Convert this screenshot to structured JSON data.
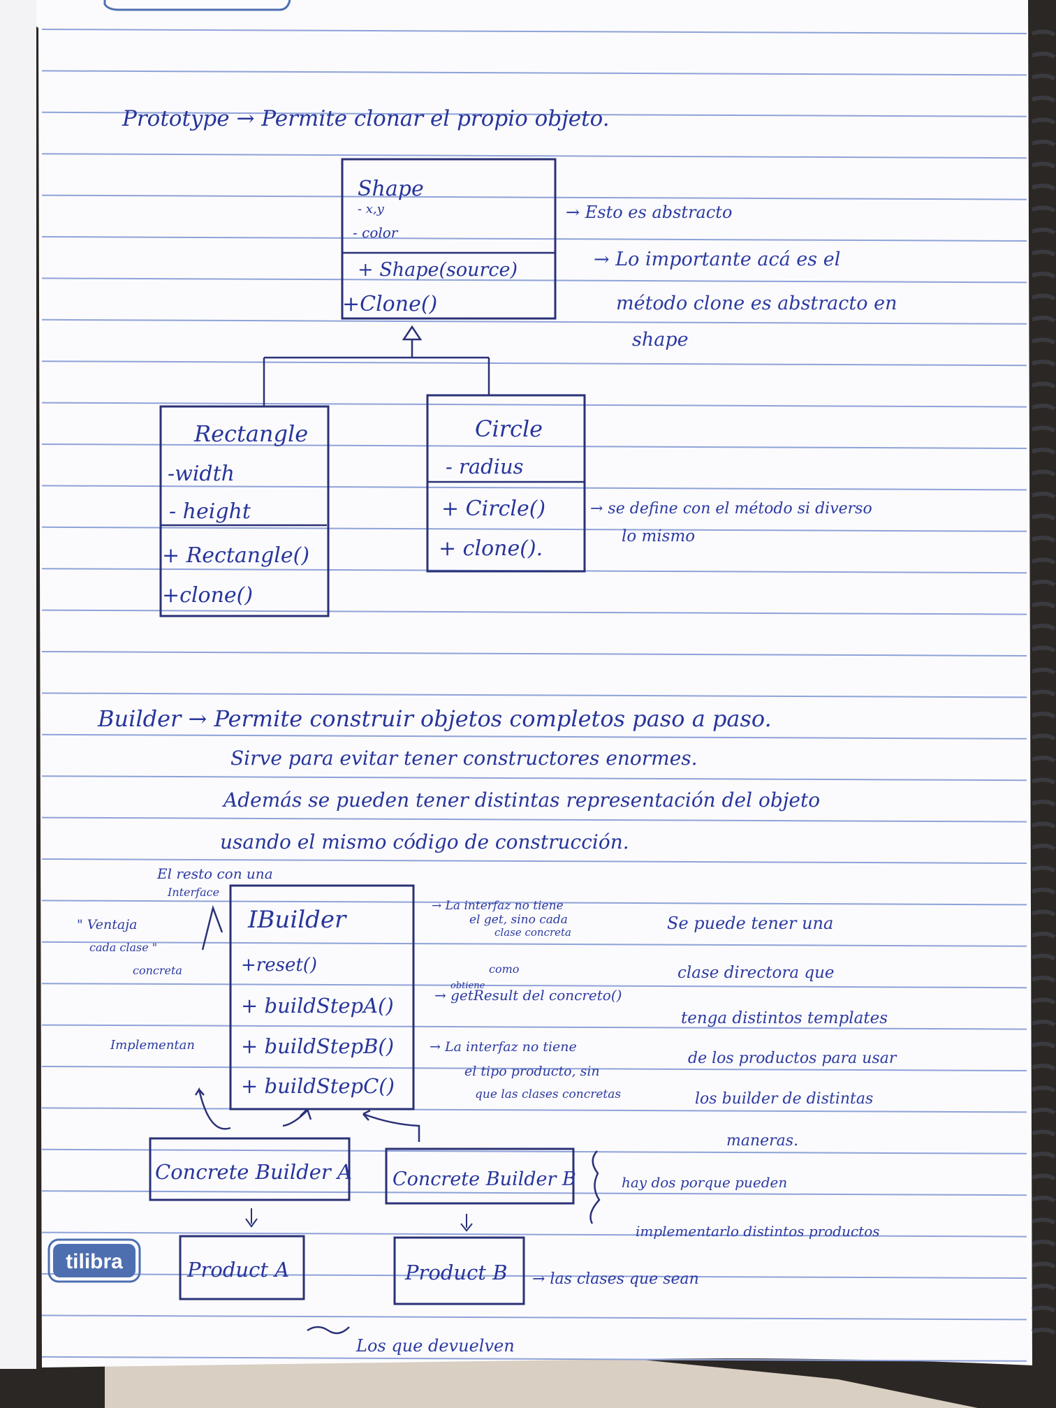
{
  "colors": {
    "paper": "#fbfbfd",
    "rule_line": "#8fa2d8",
    "ink_blue": "#27359a",
    "box_ink": "#2a3176",
    "logo_blue": "#4d6fb0"
  },
  "brand": {
    "logo": "tilibra"
  },
  "prototype": {
    "heading": "Prototype → Permite clonar el propio objeto.",
    "shape_box": {
      "name": "Shape",
      "attrs": [
        "- x,y",
        "- color"
      ],
      "methods": [
        "+ Shape(source)",
        "+Clone()"
      ]
    },
    "note_abstract": "→ Esto es abstracto",
    "note_important": [
      "→ Lo importante acá es el",
      "método clone es abstracto en",
      "shape"
    ],
    "rectangle_box": {
      "name": "Rectangle",
      "attrs": [
        "-width",
        "- height"
      ],
      "methods": [
        "+ Rectangle()",
        "+clone()"
      ]
    },
    "circle_box": {
      "name": "Circle",
      "attrs": [
        "- radius"
      ],
      "methods": [
        "+ Circle()",
        "+ clone()."
      ]
    },
    "note_define": [
      "→ se define con el método si diverso",
      "lo mismo"
    ]
  },
  "builder": {
    "lines": [
      "Builder → Permite construir objetos completos paso a paso.",
      "Sirve para evitar tener constructores enormes.",
      "Además se pueden tener distintas representación del objeto",
      "usando el mismo código de construcción."
    ],
    "ibuilder_box": {
      "name": "IBuilder",
      "methods": [
        "+reset()",
        "+ buildStepA()",
        "+ buildStepB()",
        "+ buildStepC()"
      ]
    },
    "note_left_top": [
      "El resto con una",
      "Interface"
    ],
    "note_left_mid": [
      "\" Ventaja",
      "cada clase \"",
      "concreta"
    ],
    "note_left_implement": "Implementan",
    "note_interface": [
      "→ La interfaz no tiene",
      "el get, sino cada",
      "clase concreta",
      "como"
    ],
    "note_getresult": [
      "→ getResult del concreto()",
      "obtiene"
    ],
    "note_interfaz_tipo": [
      "→ La interfaz no tiene",
      "el tipo producto, sin",
      "que las clases concretas"
    ],
    "note_right": [
      "Se puede tener una",
      "clase directora que",
      "tenga distintos templates",
      "de los productos para usar",
      "los builder de distintas",
      "maneras."
    ],
    "note_two": [
      "hay dos porque pueden",
      "implementarlo distintos productos"
    ],
    "concrete_a": "Concrete Builder A",
    "concrete_b": "Concrete Builder B",
    "product_a": "Product A",
    "product_b": "Product B",
    "note_products": "→ las clases que sean",
    "note_bottom": "Los que devuelven"
  }
}
